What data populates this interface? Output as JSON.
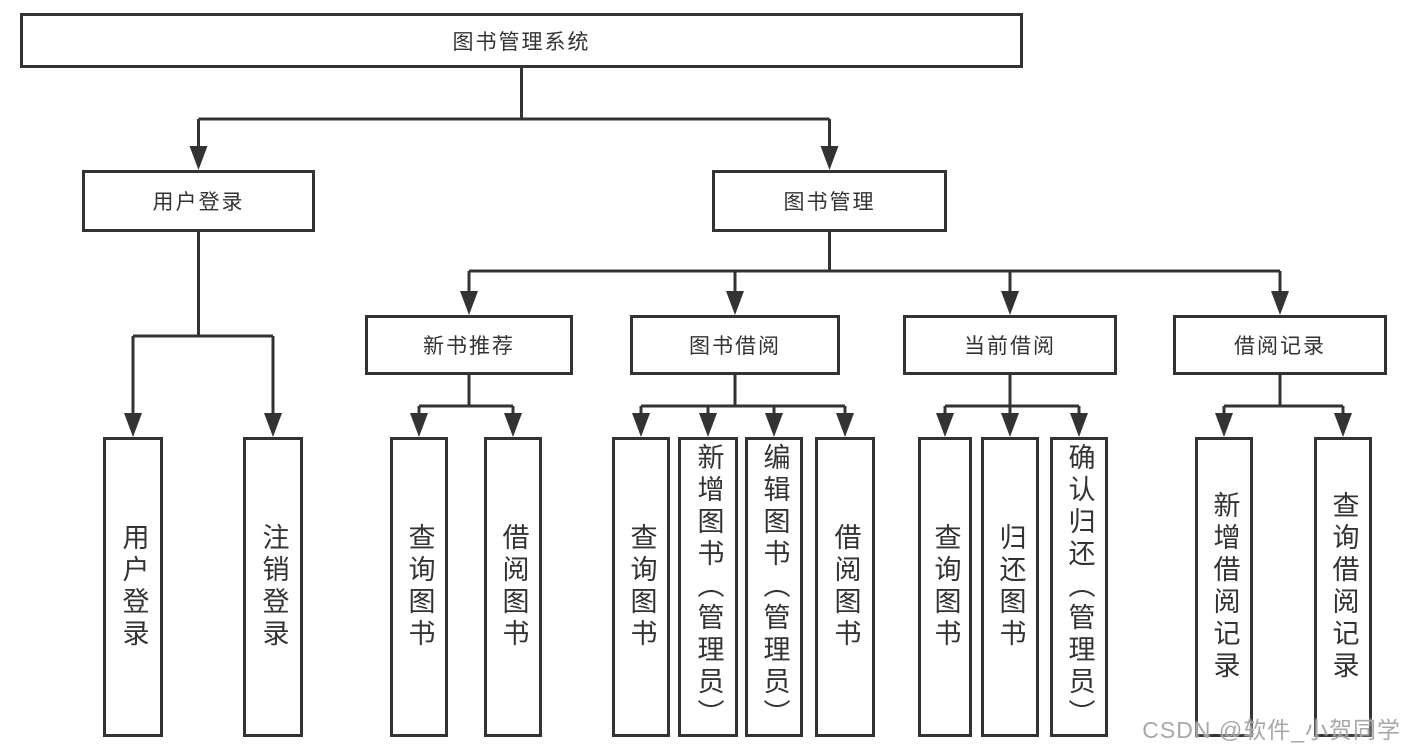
{
  "diagram": {
    "root": {
      "label": "图书管理系统"
    },
    "level2": {
      "user_login": {
        "label": "用户登录"
      },
      "book_management": {
        "label": "图书管理"
      }
    },
    "level3": {
      "new_book_recommendation": {
        "label": "新书推荐"
      },
      "book_borrowing": {
        "label": "图书借阅"
      },
      "current_borrowing": {
        "label": "当前借阅"
      },
      "borrowing_records": {
        "label": "借阅记录"
      }
    },
    "leaves": {
      "user_login": {
        "label": "用户登录"
      },
      "logout": {
        "label": "注销登录"
      },
      "recommend_query_books": {
        "label": "查询图书"
      },
      "recommend_borrow_books": {
        "label": "借阅图书"
      },
      "borrow_query_books": {
        "label": "查询图书"
      },
      "borrow_add_books": {
        "label": "新增图书（管理员）"
      },
      "borrow_edit_books": {
        "label": "编辑图书（管理员）"
      },
      "borrow_borrow_books": {
        "label": "借阅图书"
      },
      "current_query_books": {
        "label": "查询图书"
      },
      "current_return_books": {
        "label": "归还图书"
      },
      "current_confirm_return": {
        "label": "确认归还（管理员）"
      },
      "records_add_record": {
        "label": "新增借阅记录"
      },
      "records_query_record": {
        "label": "查询借阅记录"
      }
    }
  },
  "watermark": {
    "text": "CSDN @软件_小贺同学"
  }
}
